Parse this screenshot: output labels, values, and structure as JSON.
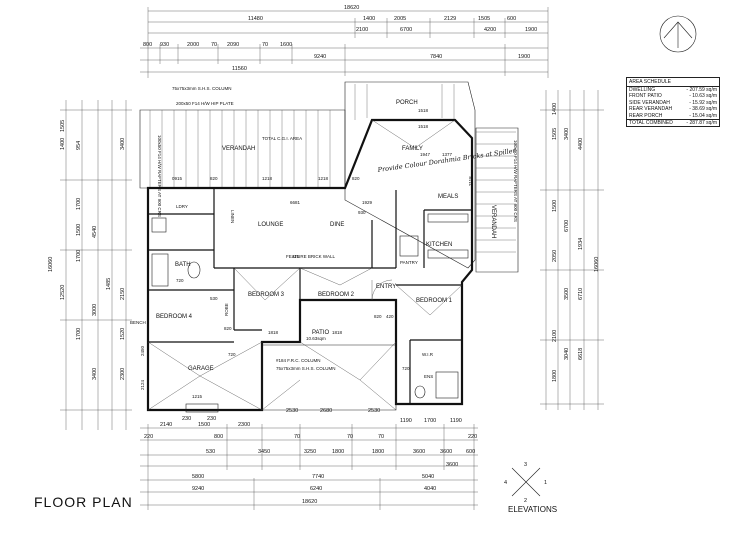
{
  "title": "FLOOR PLAN",
  "elevation_label": "ELEVATIONS",
  "elevation_numbers": [
    "1",
    "2",
    "3",
    "4"
  ],
  "signature_note": "Provide Colour Dorahmia Bricks at Spiller",
  "area_schedule": {
    "header": "AREA SCHEDULE",
    "rows": [
      {
        "label": "DWELLING",
        "value": "- 207.59 sq/m"
      },
      {
        "label": "FRONT PATIO",
        "value": "- 10.63 sq/m"
      },
      {
        "label": "SIDE VERANDAH",
        "value": "- 15.92 sq/m"
      },
      {
        "label": "REAR VERANDAH",
        "value": "- 38.69 sq/m"
      },
      {
        "label": "REAR PORCH",
        "value": "- 15.04 sq/m"
      }
    ],
    "total": {
      "label": "TOTAL COMBINED",
      "value": "- 287.87 sq/m"
    }
  },
  "rooms": {
    "lounge": "LOUNGE",
    "dine": "DINE",
    "family": "FAMILY",
    "meals": "MEALS",
    "kitchen": "KITCHEN",
    "pantry": "PANTRY",
    "bed1": "BEDROOM 1",
    "bed2": "BEDROOM 2",
    "bed3": "BEDROOM 3",
    "bed4": "BEDROOM 4",
    "bath": "BATH",
    "garage": "GARAGE",
    "entry": "ENTRY",
    "patio": "PATIO",
    "porch": "PORCH",
    "verandah_left": "VERANDAH",
    "verandah_right": "VERANDAH",
    "wir": "W.I.R",
    "ens": "ENS",
    "ldry": "LDRY",
    "linen": "LINEN",
    "robe": "ROBE",
    "bench": "BENCH"
  },
  "notes": {
    "feature_wall": "FEATURE BRICK WALL",
    "column_top": "75x75x3mm S.H.S. COLUMN",
    "hip_plate_top": "200x50 F14 H/W HIP PLATE",
    "rafters_left": "100x50 F14 H/W RAFTERS AT 900 CRS",
    "rafters_right": "100x50 F14 H/W RAFTERS AT 900 CRS",
    "cgi_note": "TOTAL C.G.I. AREA",
    "patio_area": "10.63sqm",
    "column_bottom_1": "#184 F.R.C. COLUMN",
    "column_bottom_2": "75x75x3mm S.H.S. COLUMN",
    "family_dim": "1947",
    "family_dim2": "1377",
    "porch_dim": "1518"
  },
  "dims_top": [
    "18620",
    "11480",
    "1400",
    "2005",
    "2129",
    "1505",
    "600",
    "2100",
    "6700",
    "4200",
    "1900",
    "800",
    "930",
    "2000",
    "70",
    "2090",
    "70",
    "1600",
    "9240",
    "7840",
    "1900",
    "11560"
  ],
  "dims_bottom": [
    "2140",
    "1500",
    "2300",
    "230",
    "230",
    "800",
    "70",
    "70",
    "70",
    "530",
    "3450",
    "1800",
    "3600",
    "1800",
    "3250",
    "3600",
    "5800",
    "7740",
    "5040",
    "3600",
    "9240",
    "6240",
    "4040",
    "18620",
    "2530",
    "2680",
    "2530",
    "1190",
    "1700",
    "1190",
    "220",
    "220",
    "600"
  ],
  "dims_left": [
    "1400",
    "954",
    "1505",
    "3400",
    "1700",
    "1500",
    "1700",
    "4540",
    "1485",
    "3000",
    "12520",
    "16060",
    "1700",
    "3400",
    "2150",
    "1520",
    "2300"
  ],
  "dims_right": [
    "1400",
    "1505",
    "3400",
    "4400",
    "1500",
    "6700",
    "2050",
    "1934",
    "3500",
    "6710",
    "16060",
    "3040",
    "6618",
    "1800",
    "2100"
  ],
  "misc_dims": [
    "0915",
    "820",
    "1218",
    "1218",
    "820",
    "1518",
    "6681",
    "1929",
    "930",
    "720",
    "720",
    "820",
    "1818",
    "1818",
    "820",
    "420",
    "1215",
    "2118",
    "2124",
    "2450",
    "720",
    "530",
    "110"
  ]
}
